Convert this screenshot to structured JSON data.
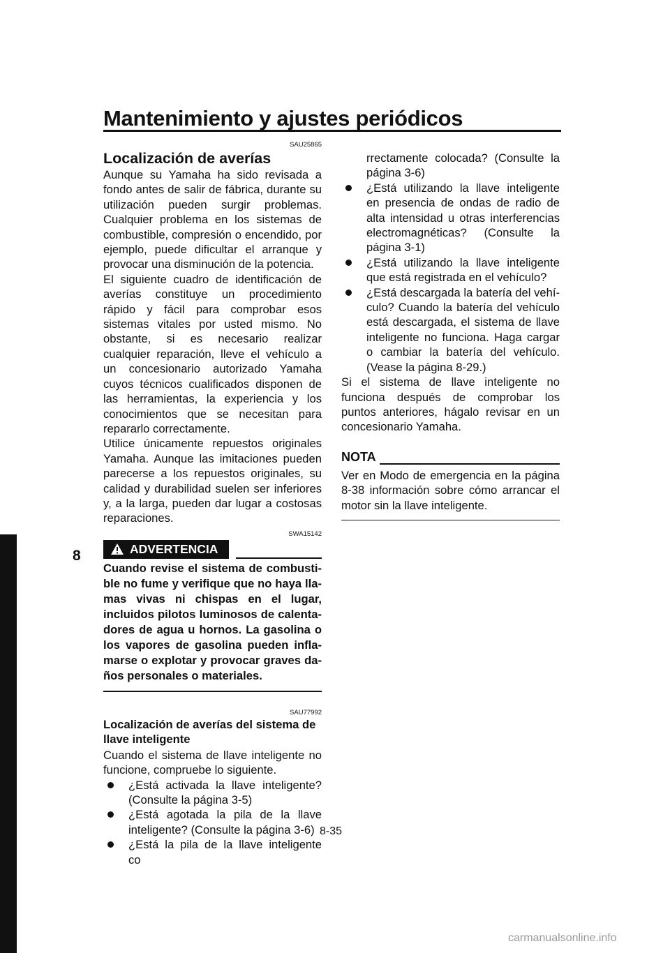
{
  "header": {
    "title": "Mantenimiento y ajustes periódicos"
  },
  "chapter": "8",
  "left": {
    "code1": "SAU25865",
    "heading": "Localización de averías",
    "para1": "Aunque su Yamaha ha sido revisada a fon­do antes de salir de fábrica, durante su utili­zación pueden surgir problemas. Cualquier problema en los sistemas de combustible, compresión o encendido, por ejemplo, pue­de dificultar el arranque y provocar una dis­minución de la potencia.",
    "para2": "El siguiente cuadro de identificación de ave­rías constituye un procedimiento rápido y fácil para comprobar esos sistemas vitales por usted mismo. No obstante, si es nece­sario realizar cualquier reparación, lleve el vehículo a un concesionario autorizado Yamaha cuyos técnicos cualificados dispo­nen de las herramientas, la experiencia y los conocimientos que se necesitan para repararlo correctamente.",
    "para3": "Utilice únicamente repuestos originales Yamaha. Aunque las imitaciones pueden parecerse a los repuestos originales, su ca­lidad y durabilidad suelen ser inferiores y, a la larga, pueden dar lugar a costosas repa­raciones.",
    "code2": "SWA15142",
    "warning_label": "ADVERTENCIA",
    "warning_text": "Cuando revise el sistema de combusti­ble no fume y verifique que no haya lla­mas vivas ni chispas en el lugar, incluidos pilotos luminosos de calenta­dores de agua u hornos. La gasolina o los vapores de gasolina pueden infla­marse o explotar y provocar graves da­ños personales o materiales.",
    "code3": "SAU77992",
    "subheading": "Localización de averías del sistema de llave inteligente",
    "intro": "Cuando el sistema de llave inteligente no funcione, compruebe lo siguiente.",
    "bullets": [
      "¿Está activada la llave inteligente? (Consulte la página 3-5)",
      "¿Está agotada la pila de la llave inteli­gente? (Consulte la página 3-6)",
      "¿Está la pila de la llave inteligente co­"
    ]
  },
  "right": {
    "bullet_cont": "rrectamente colocada? (Consulte la página 3-6)",
    "bullets": [
      "¿Está utilizando la llave inteligente en presencia de ondas de radio de alta in­tensidad u otras interferencias electro­magnéticas? (Consulte la página 3-1)",
      "¿Está utilizando la llave inteligente que está registrada en el vehículo?",
      "¿Está descargada la batería del vehí­culo? Cuando la batería del vehículo está descargada, el sistema de llave inteligente no funciona. Haga cargar o cambiar la batería del vehículo. (Vea­se la página 8-29.)"
    ],
    "para": "Si el sistema de llave inteligente no funcio­na después de comprobar los puntos ante­riores, hágalo revisar en un concesionario Yamaha.",
    "nota_label": "NOTA",
    "nota_text": "Ver en Modo de emergencia en la página 8-38 información sobre cómo arrancar el motor sin la llave inteligente."
  },
  "footer": {
    "page_number": "8-35"
  },
  "watermark": "carmanualsonline.info"
}
